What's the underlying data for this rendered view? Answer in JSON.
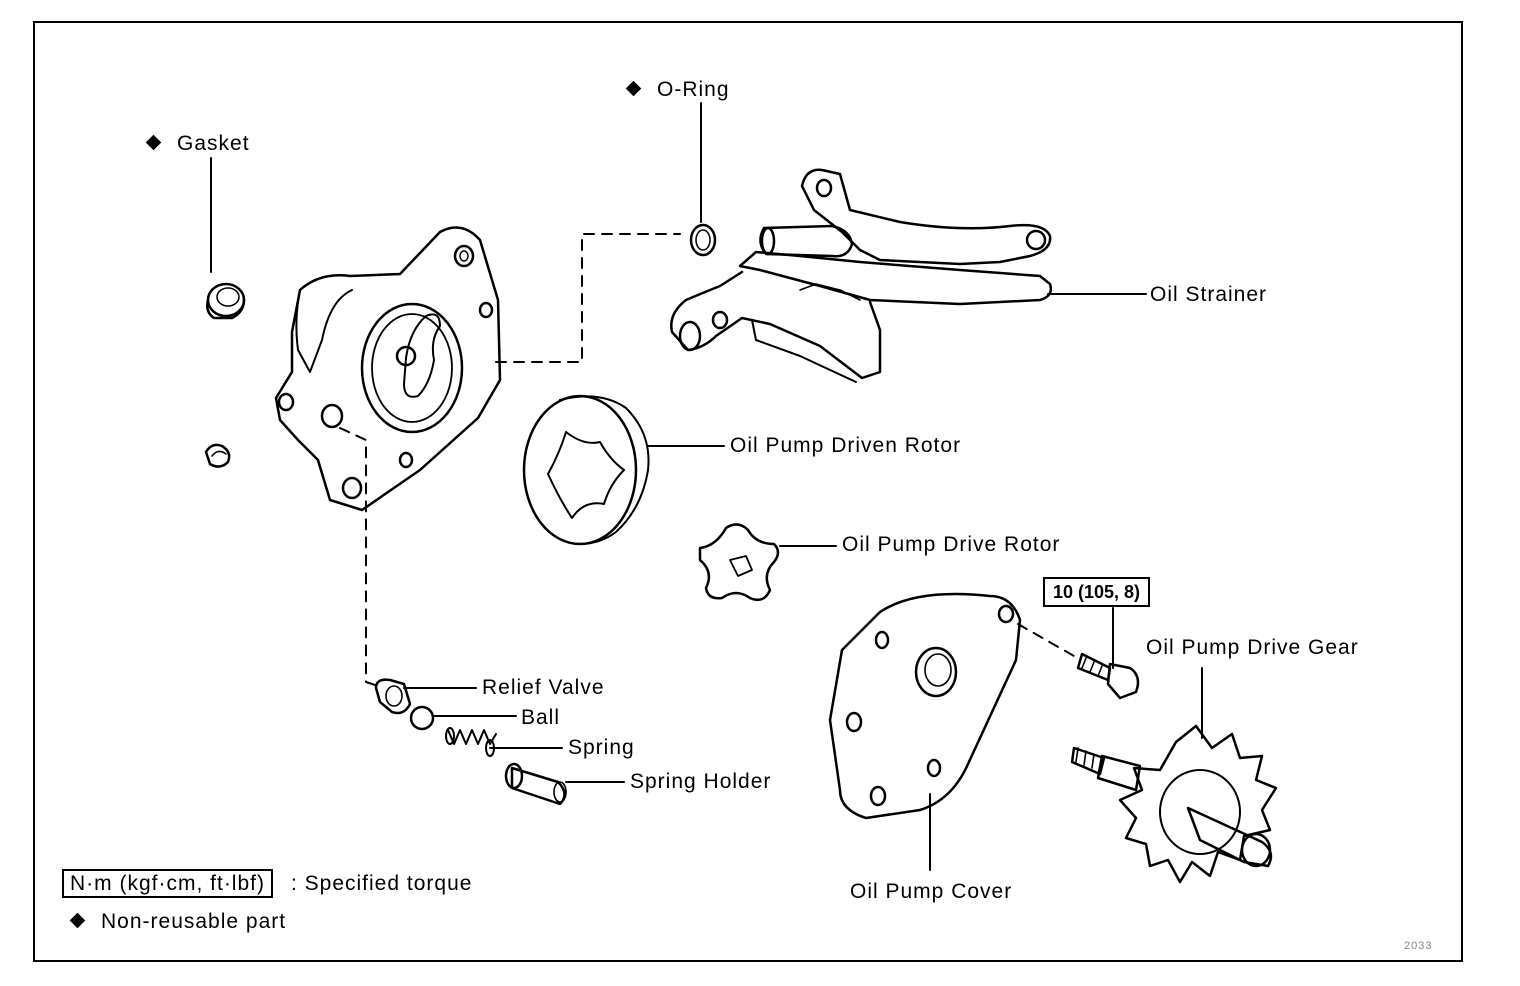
{
  "labels": {
    "o_ring": "O-Ring",
    "gasket": "Gasket",
    "oil_strainer": "Oil Strainer",
    "driven_rotor": "Oil Pump Driven Rotor",
    "drive_rotor": "Oil Pump Drive Rotor",
    "torque_value": "10 (105, 8)",
    "drive_gear": "Oil Pump Drive Gear",
    "relief_valve": "Relief Valve",
    "ball": "Ball",
    "spring": "Spring",
    "spring_holder": "Spring Holder",
    "pump_cover": "Oil Pump Cover"
  },
  "legend": {
    "torque_unit": "N·m (kgf·cm, ft·lbf)",
    "torque_desc": ":  Specified torque",
    "non_reusable": "Non-reusable part"
  },
  "figure_code": "2033"
}
